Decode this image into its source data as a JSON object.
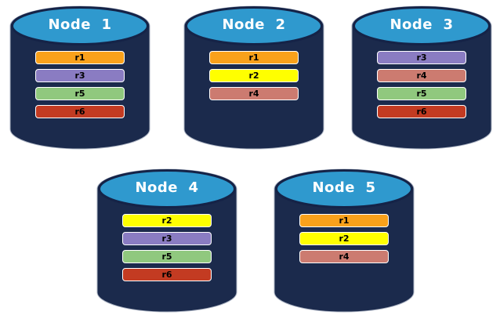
{
  "diagram": {
    "description": "Five database nodes with replica placement",
    "replica_colors": {
      "r1": "#F9A11B",
      "r2": "#FFFF00",
      "r3": "#8A7CC2",
      "r4": "#CC7B70",
      "r5": "#90C87E",
      "r6": "#C33B22"
    },
    "nodes": [
      {
        "title": "Node  1",
        "replicas": [
          "r1",
          "r3",
          "r5",
          "r6"
        ]
      },
      {
        "title": "Node  2",
        "replicas": [
          "r1",
          "r2",
          "r4"
        ]
      },
      {
        "title": "Node  3",
        "replicas": [
          "r3",
          "r4",
          "r5",
          "r6"
        ]
      },
      {
        "title": "Node  4",
        "replicas": [
          "r2",
          "r3",
          "r5",
          "r6"
        ]
      },
      {
        "title": "Node  5",
        "replicas": [
          "r1",
          "r2",
          "r4"
        ]
      }
    ]
  },
  "colors": {
    "background": "#FFFFFF",
    "cylinder_body": "#1B2A4C",
    "cylinder_top": "#2F99CE",
    "cylinder_top_border": "#152347",
    "cylinder_edge": "#A9B1C1",
    "bar_border": "#FFFFFF",
    "bar_text": "#000000",
    "title_text": "#FFFFFF"
  }
}
